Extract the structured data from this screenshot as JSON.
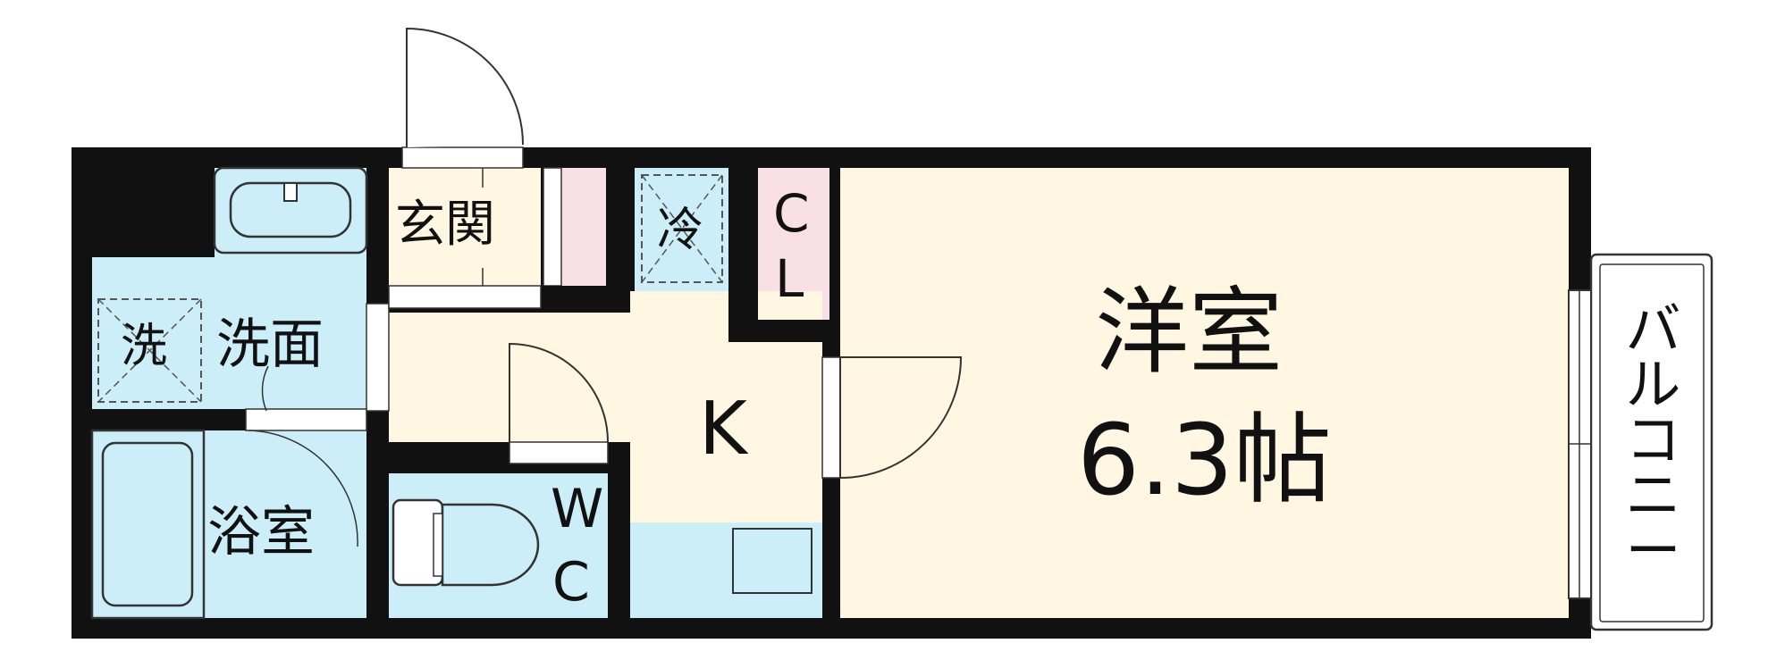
{
  "rooms": {
    "genkan": "玄関",
    "senmen": "洗面",
    "sentaku": "洗",
    "yokushitsu": "浴室",
    "reizouko": "冷",
    "closet_c": "C",
    "closet_l": "L",
    "kitchen": "K",
    "wc_w": "W",
    "wc_c": "C",
    "youshitsu": "洋室",
    "youshitsu_size": "6.3帖",
    "balcony_chars": [
      "バ",
      "ル",
      "コ",
      "ニ",
      "ー"
    ]
  },
  "colors": {
    "wall": "#111111",
    "floor_cream": "#FFF7E1",
    "wet_blue": "#CCEEF8",
    "closet_pink": "#F9E0E6",
    "fixture_stroke": "#333333"
  }
}
